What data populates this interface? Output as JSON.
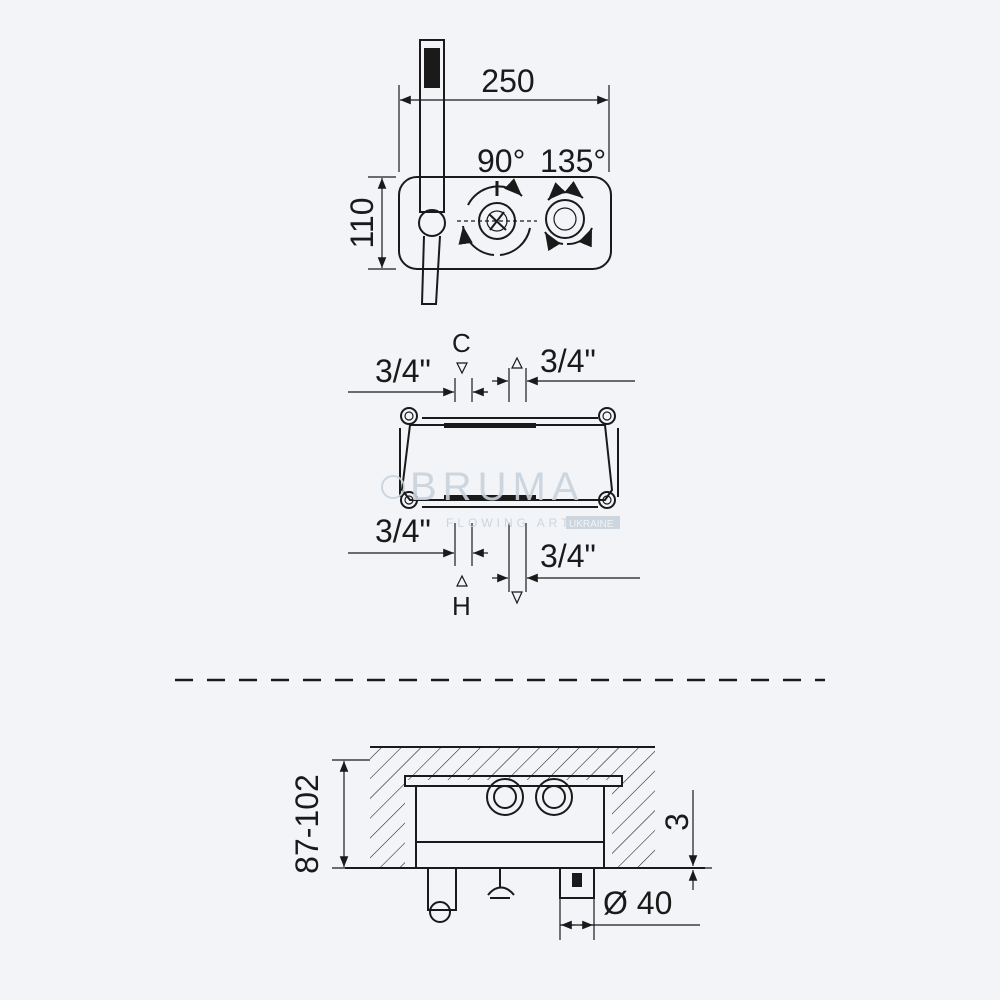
{
  "front_view": {
    "width_label": "250",
    "height_label": "110",
    "angle_90_label": "90°",
    "angle_135_label": "135°"
  },
  "plan_view": {
    "top_left_label": "3/4\"",
    "top_right_label": "3/4\"",
    "bottom_left_label": "3/4\"",
    "bottom_right_label": "3/4\"",
    "cold_label": "C",
    "hot_label": "H"
  },
  "section_view": {
    "depth_label": "87-102",
    "offset_label": "3",
    "diameter_label": "Ø 40"
  },
  "watermark": {
    "brand": "BRUMA",
    "tagline": "FLOWING ART",
    "region": "UKRAINE"
  }
}
